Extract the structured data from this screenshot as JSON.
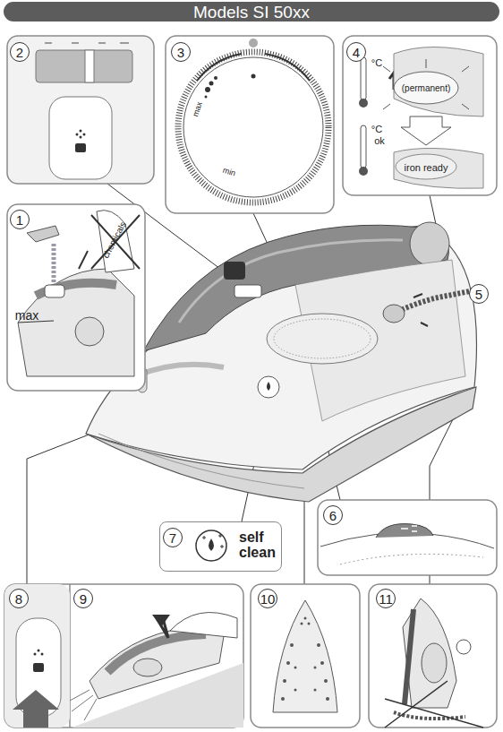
{
  "diagram": {
    "title": "Models SI 50xx",
    "nodes": [
      {
        "text": [
          "self clean"
        ]
      }
    ],
    "labels": [
      "1",
      "max",
      "chemicals",
      "2",
      "3",
      "max",
      "min",
      "4",
      "°C",
      "(permanent)",
      "°C",
      "ok",
      "iron ready",
      "5",
      "6",
      "7",
      "8",
      "9",
      "10",
      "11"
    ]
  }
}
